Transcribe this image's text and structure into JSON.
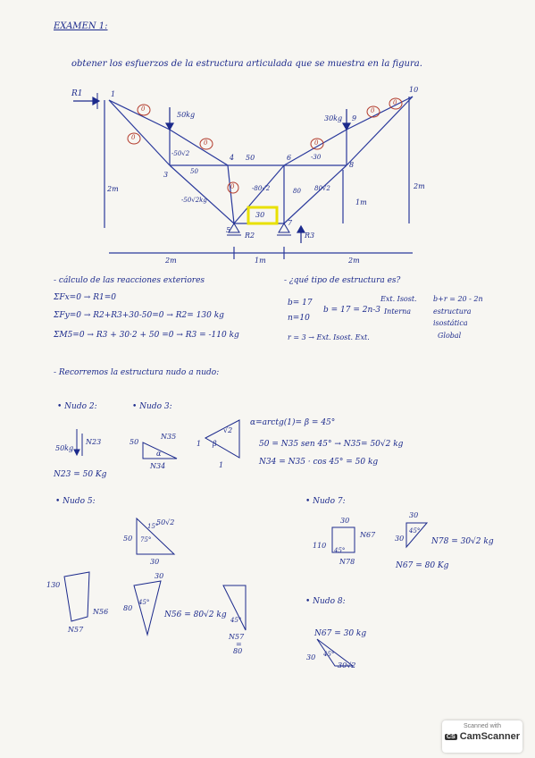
{
  "doc": {
    "title": "EXAMEN 1:",
    "statement": "obtener los esfuerzos de la estructura articulada que se muestra en la figura."
  },
  "figure": {
    "labels": {
      "r1": "R1",
      "r2": "R2",
      "r3": "R3",
      "n1": "1",
      "n3": "3",
      "n4": "4",
      "n5": "5",
      "n6": "6",
      "n7": "7",
      "n8": "8",
      "n9": "9",
      "n10": "10",
      "load_50": "50kg",
      "load_30": "30kg",
      "dim_h_left": "2m",
      "dim_h_right": "2m",
      "dim_h_inner": "1m",
      "dim_b_left": "2m",
      "dim_b_mid": "1m",
      "dim_b_right": "2m"
    },
    "forces": {
      "f_1_2": "0",
      "f_2_3": "0",
      "f_2_4": "0",
      "f_3_4": "-50√2",
      "f_3_4b": "50",
      "f_3_5": "-50√2kg",
      "f_4_6": "50",
      "f_4_7": "-80√2",
      "f_5_7": "30",
      "f_5_4": "0",
      "f_6_7": "80",
      "f_6_8": "-30",
      "f_8_7": "80√2",
      "f_6_9": "0",
      "f_9_10": "0",
      "f_8_9": "0"
    }
  },
  "reactions": {
    "heading": "- cálculo de las reacciones exteriores",
    "eq1": "ΣFx=0 → R1=0",
    "eq2": "ΣFy=0 → R2+R3+30-50=0 → R2= 130 kg",
    "eq3": "ΣM5=0 → R3 + 30·2 + 50 =0 → R3 = -110 kg"
  },
  "type": {
    "question": "- ¿qué tipo de estructura es?",
    "b": "b= 17",
    "n": "n=10",
    "rel": "b = 17 = 2n-3",
    "c1": "Ext. Isost.",
    "c2": "Interna",
    "r": "b+r = 20 - 2n",
    "o1": "estructura",
    "o2": "isostática",
    "o3": "Global",
    "rline": "r = 3 → Ext. Isost. Ext."
  },
  "walk": {
    "heading": "- Recorremos la estructura nudo a nudo:",
    "nudo2": "• Nudo 2:",
    "nudo3": "• Nudo 3:",
    "nudo5": "• Nudo 5:",
    "nudo7": "• Nudo 7:",
    "nudo8": "• Nudo 8:",
    "n2_load": "50kg",
    "n2_bar": "N23",
    "n2_res": "N23 = 50 Kg",
    "n3_50": "50",
    "n3_n35": "N35",
    "n3_n34": "N34",
    "n3_alpha": "α",
    "n3_sq2": "√2",
    "n3_one": "1",
    "n3_one_b": "1",
    "n3_beta": "β",
    "n3_alpha_eq": "α=arctg(1)= β = 45°",
    "n3_eq1": "50 = N35 sen 45° → N35= 50√2 kg",
    "n3_eq2": "N34 = N35 · cos 45° = 50 kg",
    "n5_50sq2": "50√2",
    "n5_50": "50",
    "n5_75": "75°",
    "n5_15": "15°",
    "n5_30": "30",
    "n5_side": "130",
    "n5_n56": "N56",
    "n5_n57": "N57",
    "n5_80": "80",
    "n5_45": "45°",
    "n5_n56eq": "N56 = 80√2 kg",
    "n5_30b": "30",
    "n5_45b": "45°",
    "n5_n57b": "N57",
    "n5_eq": "=",
    "n5_80b": "80",
    "n7_30": "30",
    "n7_110": "110",
    "n7_n67": "N67",
    "n7_n78": "N78",
    "n7_45": "45°",
    "n7_30b": "30",
    "n7_30c": "30",
    "n7_45b": "45°",
    "n7_n78b": "N78 = 30√2 kg",
    "n7_n67eq": "N67 = 80 Kg",
    "n8_n67": "N67 = 30 kg",
    "n8_30": "30",
    "n8_45": "45°",
    "n8_30sq2": "30√2"
  },
  "badge": {
    "line1": "Scanned with",
    "line2": "CamScanner",
    "cs": "CS"
  }
}
